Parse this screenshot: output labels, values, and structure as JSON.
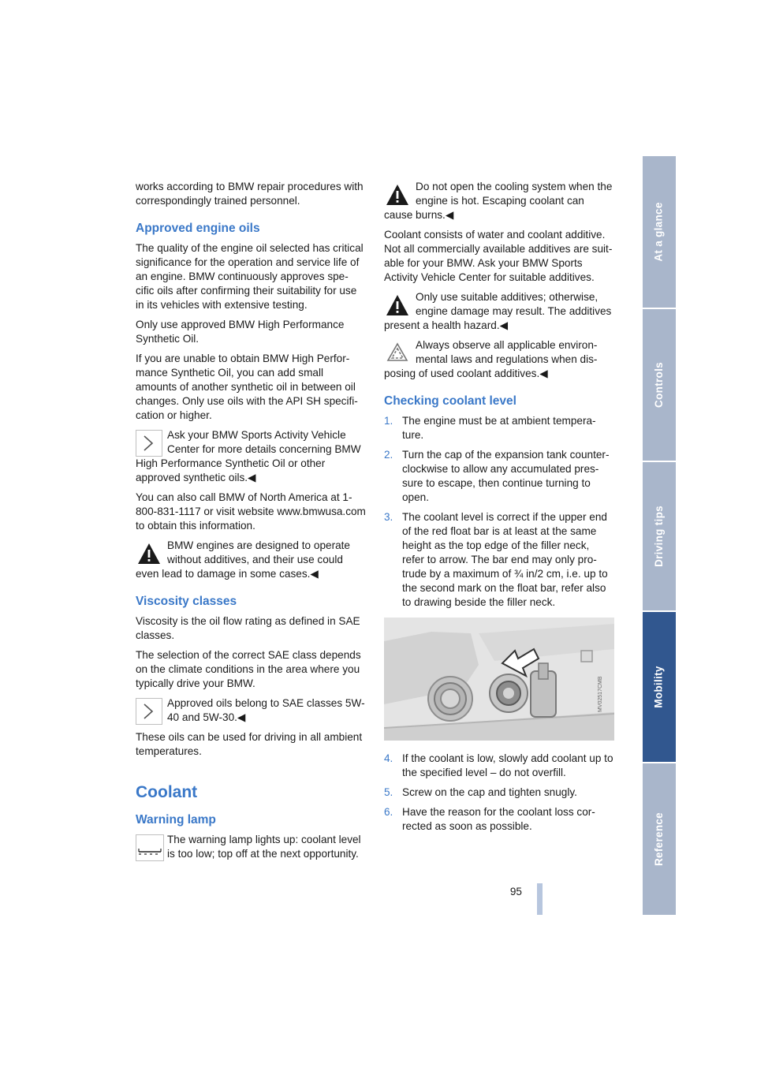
{
  "left_column": {
    "intro": "works according to BMW repair procedures with correspondingly trained personnel.",
    "approved_heading": "Approved engine oils",
    "approved_p1": "The quality of the engine oil selected has critical significance for the operation and service life of an engine. BMW continuously approves spe-cific oils after confirming their suitability for use in its vehicles with extensive testing.",
    "approved_p2": "Only use approved BMW High Performance Synthetic Oil.",
    "approved_p3": "If you are unable to obtain BMW High Perfor-mance Synthetic Oil, you can add small amounts of another synthetic oil in between oil changes. Only use oils with the API SH specifi-cation or higher.",
    "note_center": "Ask your BMW Sports Activity Vehicle Center for more details concerning BMW High Performance Synthetic Oil or other approved synthetic oils.◀",
    "call_text": "You can also call BMW of North America at 1-800-831-1117 or visit website www.bmwusa.com to obtain this information.",
    "warn_additives": "BMW engines are designed to operate without additives, and their use could even lead to damage in some cases.◀",
    "viscosity_heading": "Viscosity classes",
    "viscosity_p1": "Viscosity is the oil flow rating as defined in SAE classes.",
    "viscosity_p2": "The selection of the correct SAE class depends on the climate conditions in the area where you typically drive your BMW.",
    "note_sae": "Approved oils belong to SAE classes 5W-40 and 5W-30.◀",
    "viscosity_p3": "These oils can be used for driving in all ambient temperatures.",
    "coolant_heading": "Coolant",
    "warning_lamp_heading": "Warning lamp",
    "warning_lamp_text": "The warning lamp lights up: coolant level is too low; top off at the next opportunity."
  },
  "right_column": {
    "warn_hot": "Do not open the cooling system when the engine is hot. Escaping coolant can cause burns.◀",
    "coolant_composition": "Coolant consists of water and coolant additive. Not all commercially available additives are suit-able for your BMW. Ask your BMW Sports Activity Vehicle Center for suitable additives.",
    "warn_suitable": "Only use suitable additives; otherwise, engine damage may result. The additives present a health hazard.◀",
    "env_note": "Always observe all applicable environ-mental laws and regulations when dis-posing of used coolant additives.◀",
    "checking_heading": "Checking coolant level",
    "steps_a": [
      {
        "num": "1.",
        "text": "The engine must be at ambient tempera-ture."
      },
      {
        "num": "2.",
        "text": "Turn the cap of the expansion tank counter-clockwise to allow any accumulated pres-sure to escape, then continue turning to open."
      },
      {
        "num": "3.",
        "text": "The coolant level is correct if the upper end of the red float bar is at least at the same height as the top edge of the filler neck, refer to arrow. The bar end may only pro-trude by a maximum of ¾ in/2 cm, i.e. up to the second mark on the float bar, refer also to drawing beside the filler neck."
      }
    ],
    "figure_code": "MV02517CMB",
    "steps_b": [
      {
        "num": "4.",
        "text": "If the coolant is low, slowly add coolant up to the specified level – do not overfill."
      },
      {
        "num": "5.",
        "text": "Screw on the cap and tighten snugly."
      },
      {
        "num": "6.",
        "text": "Have the reason for the coolant loss cor-rected as soon as possible."
      }
    ]
  },
  "sidebar": {
    "tabs": [
      "At a glance",
      "Controls",
      "Driving tips",
      "Mobility",
      "Reference"
    ],
    "active": "Mobility"
  },
  "page_number": "95",
  "colors": {
    "heading_blue": "#3a78c8",
    "tab_inactive": "#a9b6cb",
    "tab_active": "#31578f"
  }
}
